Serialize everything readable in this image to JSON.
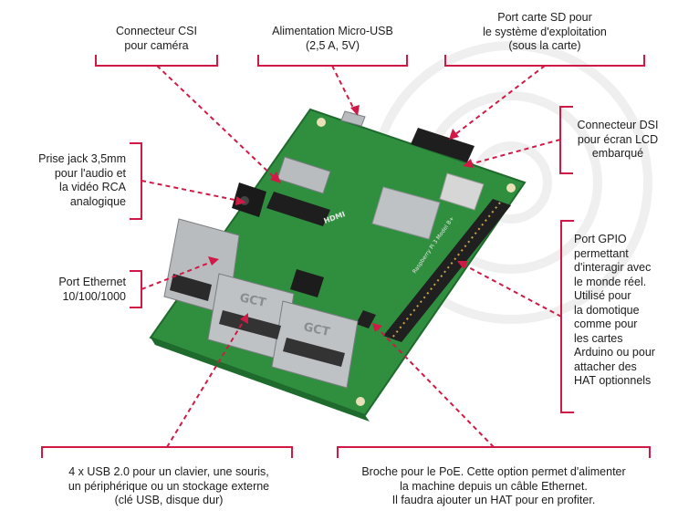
{
  "colors": {
    "accent": "#d01a45",
    "pcb": "#2f8f3f",
    "pcb_dark": "#1f6a2d",
    "metal": "#b9bcbf",
    "chip": "#1c1c1c",
    "header": "#202020",
    "pins": "#c9a646"
  },
  "labels": {
    "csi": [
      "Connecteur CSI",
      "pour caméra"
    ],
    "power": [
      "Alimentation Micro-USB",
      "(2,5 A, 5V)"
    ],
    "sd": [
      "Port carte SD pour",
      "le système d'exploitation",
      "(sous la carte)"
    ],
    "dsi": [
      "Connecteur DSI",
      "pour écran LCD",
      "embarqué"
    ],
    "jack": [
      "Prise jack  3,5mm",
      "pour l'audio et",
      "la vidéo RCA",
      "analogique"
    ],
    "ethernet": [
      "Port Ethernet",
      "10/100/1000"
    ],
    "gpio": [
      "Port GPIO",
      "permettant",
      "d'interagir avec",
      "le monde réel.",
      "Utilisé pour",
      "la domotique",
      "comme pour",
      "les cartes",
      "Arduino ou pour",
      "attacher des",
      "HAT optionnels"
    ],
    "usb": [
      "4 x USB 2.0 pour un clavier, une souris,",
      "un périphérique ou un stockage externe",
      "(clé USB, disque dur)"
    ],
    "poe": [
      "Broche pour le PoE. Cette option permet d'alimenter",
      "la machine depuis un câble Ethernet.",
      "Il faudra ajouter un HAT pour en profiter."
    ]
  },
  "board": {
    "usb_brand_1": "GCT",
    "usb_brand_2": "GCT",
    "hdmi_text": "HDMI",
    "silkscreen": "Raspberry Pi 3 Model B+"
  }
}
